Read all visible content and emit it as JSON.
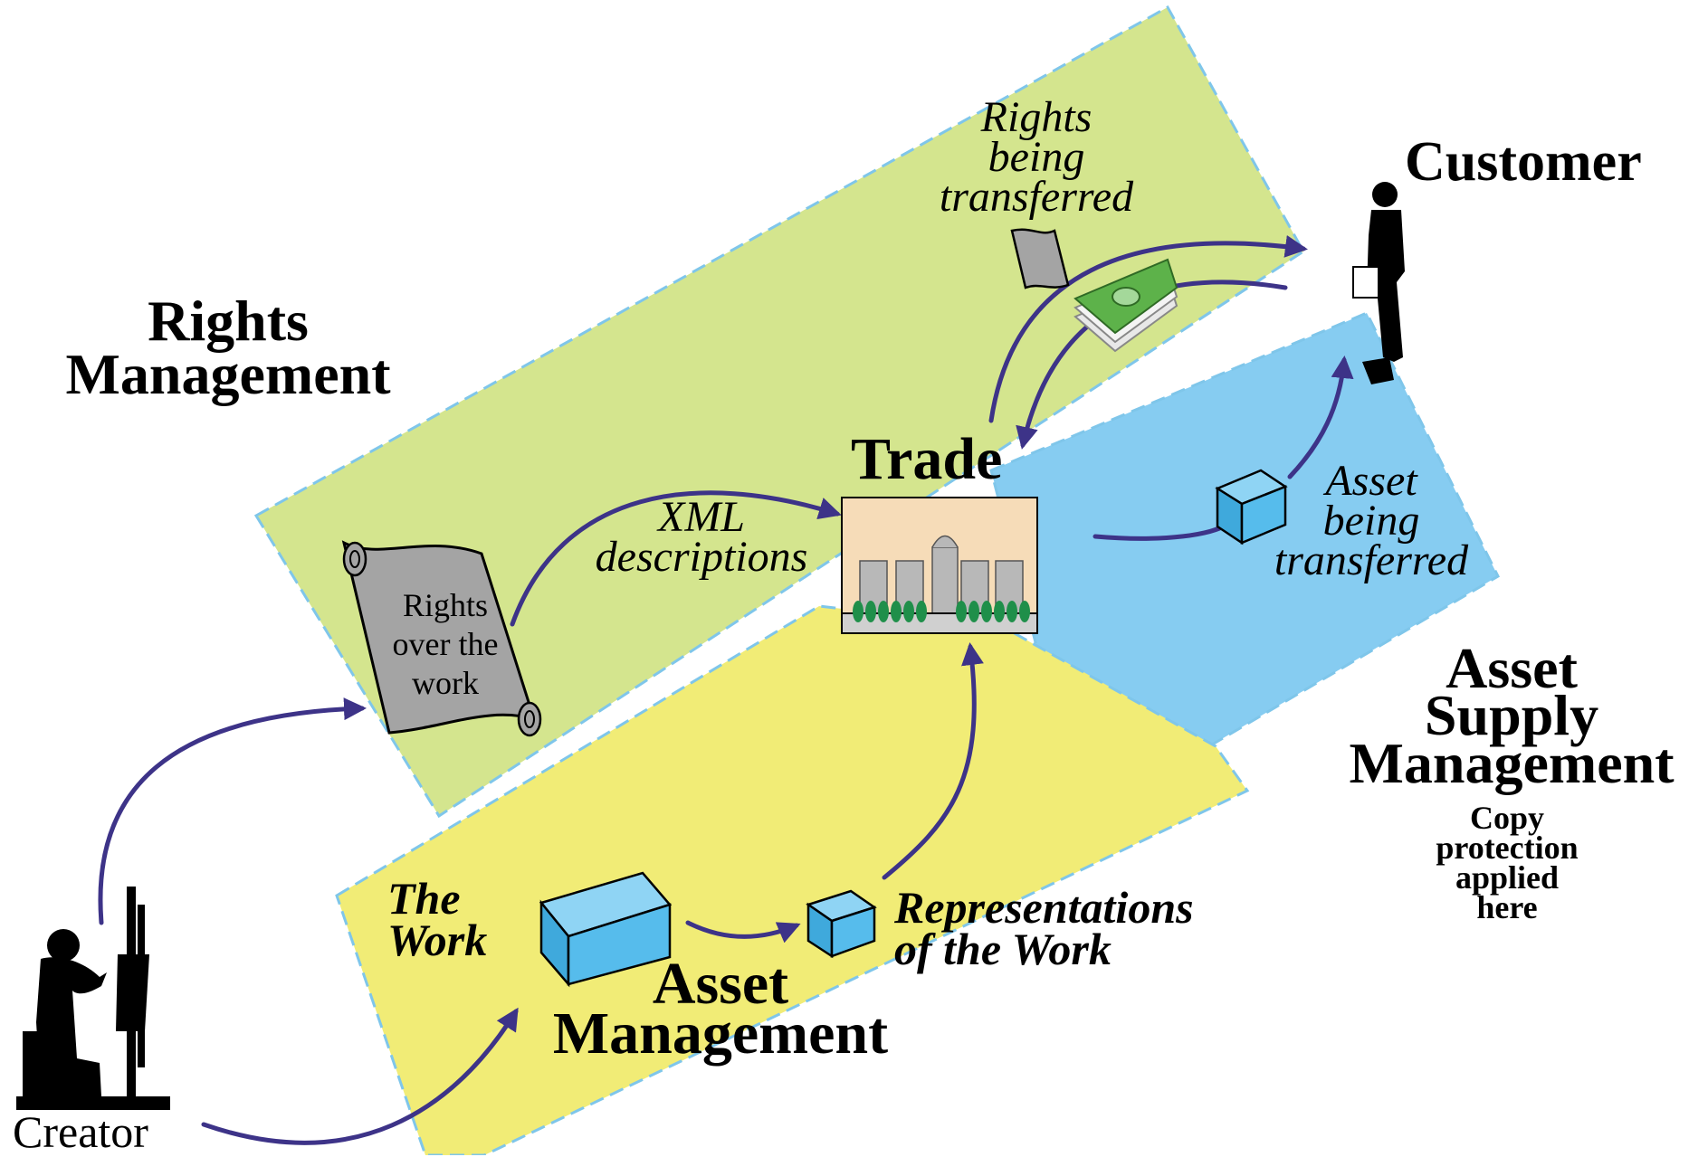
{
  "labels": {
    "rights_management": "Rights\nManagement",
    "asset_management": "Asset\nManagement",
    "asset_supply_management": "Asset\nSupply\nManagement",
    "copy_protection": "Copy\nprotection\napplied\nhere",
    "customer": "Customer",
    "creator": "Creator",
    "trade": "Trade",
    "rights_transferred": "Rights\nbeing\ntransferred",
    "asset_transferred": "Asset\nbeing\ntransferred",
    "xml_descriptions": "XML\ndescriptions",
    "scroll_text": "Rights\nover the\nwork",
    "the_work": "The\nWork",
    "representations": "Representations\nof the Work"
  },
  "colors": {
    "rights_zone": "#d4e58e",
    "asset_zone": "#f1ec76",
    "supply_zone": "#86ccf1",
    "zone_border": "#7fc6ea",
    "arrow": "#3d3388",
    "cube": "#56bcec",
    "scroll": "#a4a4a4"
  },
  "icons": [
    "creator-painter-icon",
    "customer-woman-icon",
    "scroll-icon",
    "money-stack-icon",
    "marketplace-icon",
    "cube-icon"
  ]
}
